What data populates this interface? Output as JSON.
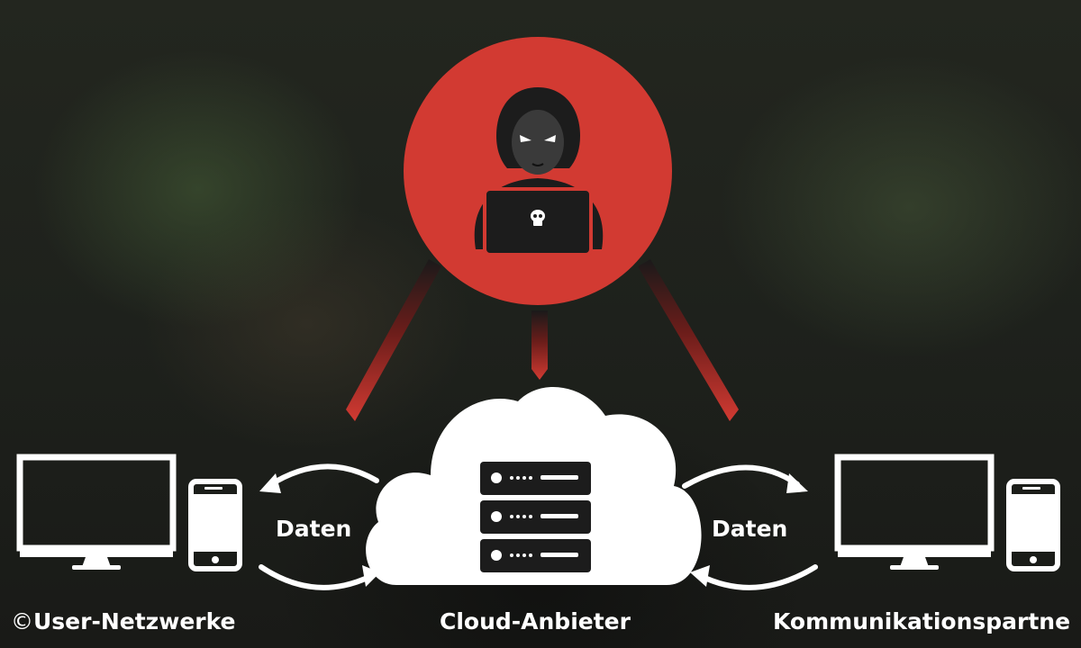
{
  "nodes": {
    "attacker": {
      "fill": "#d23a32",
      "figure": "#1c1c1c"
    },
    "left": {
      "label": "User-Netzwerke",
      "prefix": "©"
    },
    "center": {
      "label": "Cloud-Anbieter"
    },
    "right": {
      "label": "Kommunikationspartne"
    }
  },
  "edges": {
    "left_flow": {
      "label": "Daten"
    },
    "right_flow": {
      "label": "Daten"
    }
  },
  "colors": {
    "accent": "#d23a32",
    "line": "#ffffff",
    "cloud": "#ffffff",
    "server": "#1c1c1c"
  }
}
